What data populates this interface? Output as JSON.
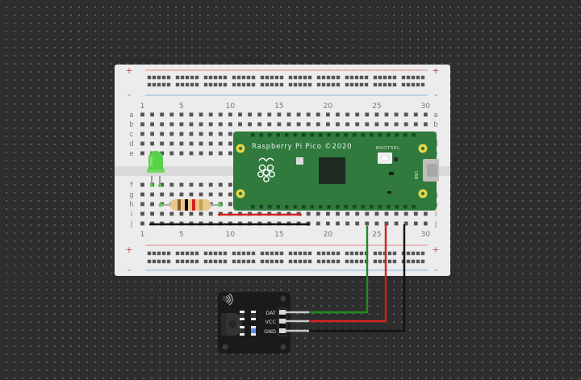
{
  "canvas": {
    "background_color": "#2d2d2d"
  },
  "breadboard": {
    "column_numbers": [
      "1",
      "5",
      "10",
      "15",
      "20",
      "25",
      "30"
    ],
    "row_letters_top": [
      "a",
      "b",
      "c",
      "d",
      "e"
    ],
    "row_letters_bottom": [
      "f",
      "g",
      "h",
      "i",
      "j"
    ],
    "rail_plus": "+",
    "rail_minus": "-"
  },
  "pico": {
    "title": "Raspberry Pi Pico ©2020",
    "bootsel_label": "BOOTSEL",
    "usb_label": "USB",
    "color": "#2f7a3c"
  },
  "led": {
    "color": "#58d14a"
  },
  "resistor": {
    "bands": [
      "#8b5a2b",
      "#000000",
      "#d42020",
      "#c9a04a"
    ]
  },
  "sensor": {
    "pins": [
      "DAT",
      "VCC",
      "GND"
    ],
    "wave_icon": "signal-waves-icon"
  },
  "wires": {
    "dat_color": "#1e8c1e",
    "vcc_color": "#d42020",
    "gnd_color": "#111111"
  }
}
